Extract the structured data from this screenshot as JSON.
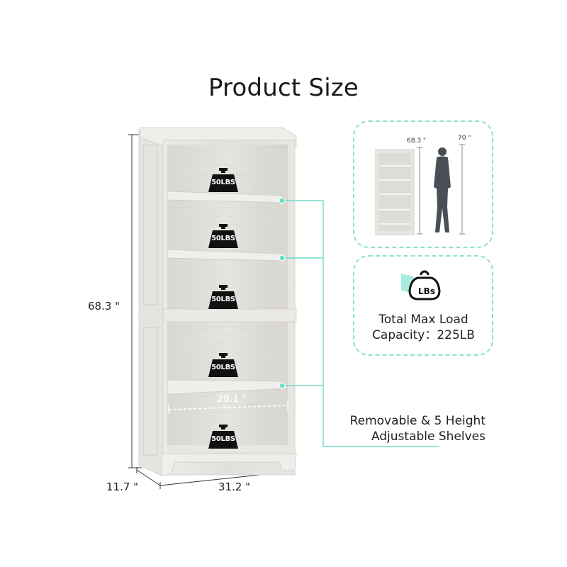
{
  "title": "Product Size",
  "dimensions": {
    "height": "68.3 \"",
    "depth": "11.7 \"",
    "width": "31.2 \"",
    "inner_width": "28.1 \""
  },
  "weight_badges": [
    "50LBS",
    "50LBS",
    "50LBS",
    "50LBS",
    "50LBS"
  ],
  "comparison": {
    "shelf_height": "68.3 \"",
    "person_height": "70 \""
  },
  "load": {
    "icon_label": "LBs",
    "line1": "Total Max Load",
    "line2": "Capacity：225LB"
  },
  "shelves": {
    "line1": "Removable & 5 Height",
    "line2": "Adjustable Shelves"
  },
  "colors": {
    "accent": "#6fdcc8",
    "panel_border": "#8fdfd2",
    "wood": "#e4e2dd",
    "weight": "#111111"
  }
}
